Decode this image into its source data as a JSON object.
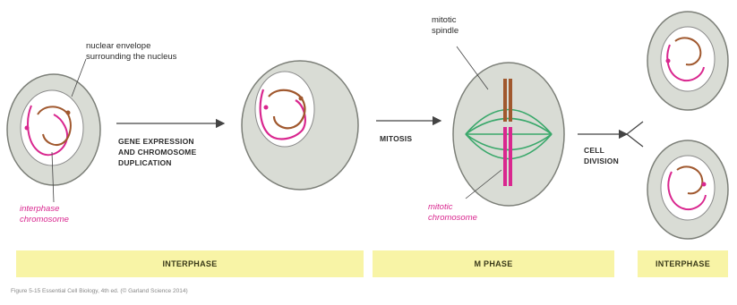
{
  "labels": {
    "nuclear_envelope": "nuclear envelope\nsurrounding the nucleus",
    "interphase_chromosome": "interphase\nchromosome",
    "mitotic_spindle": "mitotic\nspindle",
    "mitotic_chromosome": "mitotic\nchromosome"
  },
  "arrows": {
    "gene_expression": "GENE EXPRESSION\nAND CHROMOSOME\nDUPLICATION",
    "mitosis": "MITOSIS",
    "cell_division": "CELL\nDIVISION"
  },
  "phases": {
    "interphase_1": "INTERPHASE",
    "m_phase": "M PHASE",
    "interphase_2": "INTERPHASE"
  },
  "caption": "Figure 5-15 Essential Cell Biology, 4th ed. (© Garland Science 2014)",
  "colors": {
    "cell_fill": "#d9dcd5",
    "cell_stroke": "#7c7f78",
    "nucleus_fill": "#ffffff",
    "chromosome_pink": "#d9278f",
    "chromosome_brown": "#a0582e",
    "spindle_green": "#3aa86b",
    "phase_band": "#f8f4a6"
  }
}
